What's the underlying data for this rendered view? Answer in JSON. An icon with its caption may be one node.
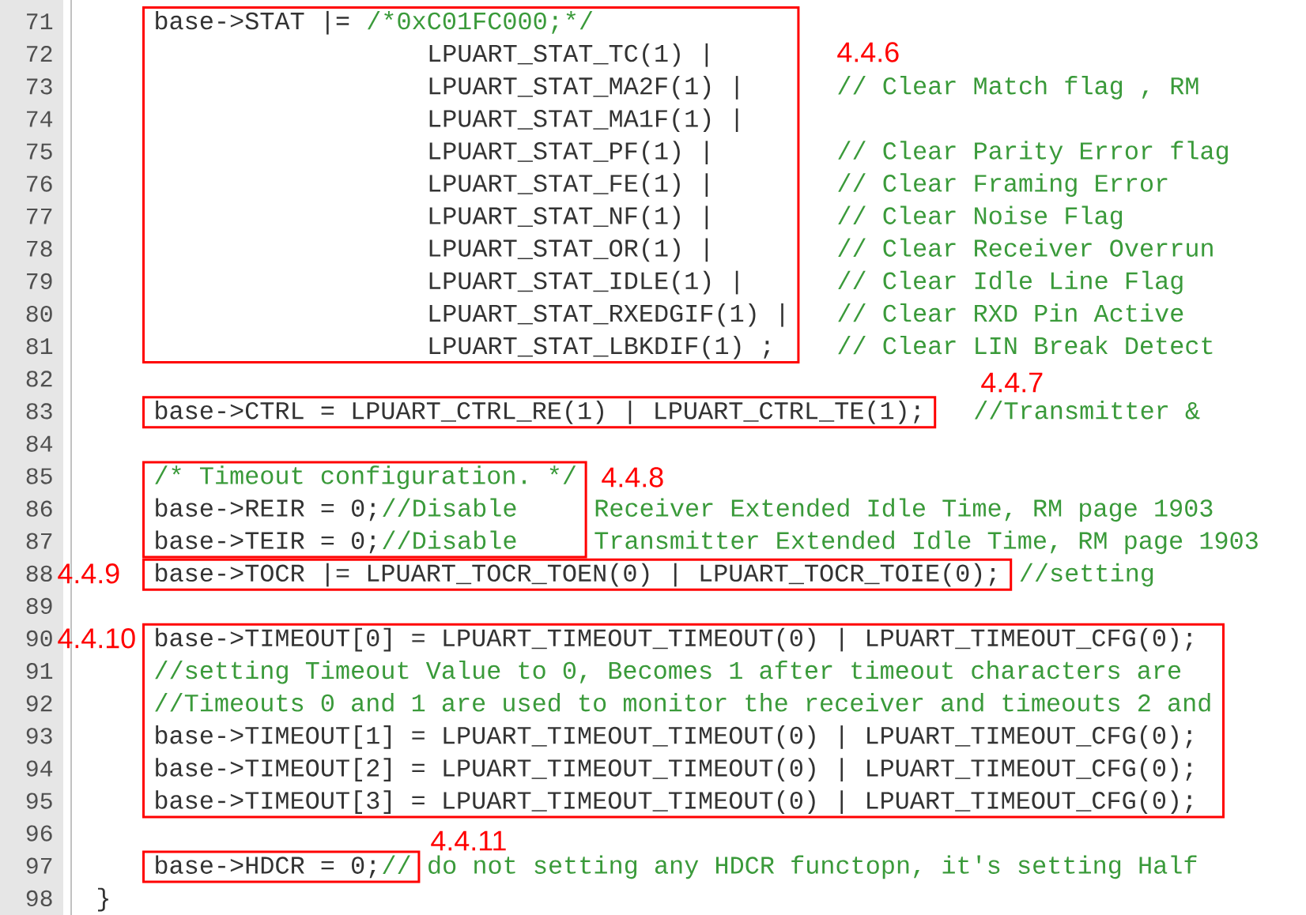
{
  "diagram": {
    "nodes": [
      {
        "text": [
          "base->STAT |=",
          "/*0xC01FC000;",
          "*/",
          "LPUART_STAT_TC(1) |",
          "LPUART_STAT_MA2F(1) |",
          "LPUART_STAT_MA1F(1) |",
          "LPUART_STAT_PF(1) |",
          "LPUART_STAT_FE(1) |",
          "LPUART_STAT_NF(1) |",
          "LPUART_STAT_OR(1) |",
          "LPUART_STAT_IDLE(1) |",
          "LPUART_STAT_RXEDGIF(1) |",
          "LPUART_STAT_LBKDIF(1) ;"
        ],
        "beside": [
          "4.4.6"
        ]
      },
      {
        "text": [
          "base->CTRL = LPUART_CTRL_RE(1) | LPUART_CTRL_TE(1);"
        ],
        "beside": [
          "4.4.7"
        ]
      },
      {
        "text": [
          "/* Timeout configuration. */",
          "base->REIR = 0;",
          "//Disable",
          "base->TEIR = 0;",
          "//Disable"
        ],
        "beside": [
          "4.4.8"
        ]
      },
      {
        "text": [
          "base->TOCR |= LPUART_TOCR_TOEN(0) | LPUART_TOCR_TOIE(0);"
        ],
        "beside": [
          "4.4.9"
        ]
      },
      {
        "text": [
          "base->TIMEOUT[0] = LPUART_TIMEOUT_TIMEOUT(0) | LPUART_TIMEOUT_CFG(0);",
          "//setting Timeout Value to 0, Becomes 1 after timeout characters are",
          "//Timeouts 0 and 1 are used to monitor the receiver and timeouts 2 and",
          "base->TIMEOUT[1] = LPUART_TIMEOUT_TIMEOUT(0) | LPUART_TIMEOUT_CFG(0);",
          "base->TIMEOUT[2] = LPUART_TIMEOUT_TIMEOUT(0) | LPUART_TIMEOUT_CFG(0);",
          "base->TIMEOUT[3] = LPUART_TIMEOUT_TIMEOUT(0) | LPUART_TIMEOUT_CFG(0);"
        ],
        "beside": [
          "4.4.10"
        ]
      },
      {
        "text": [
          "base->HDCR = 0;",
          "//"
        ],
        "beside": [
          "4.4.11"
        ]
      }
    ],
    "labels": [
      "71",
      "72",
      "73",
      "// Clear Match flag , RM",
      "74",
      "75",
      "// Clear Parity Error flag",
      "76",
      "// Clear Framing Error",
      "77",
      "// Clear Noise Flag",
      "78",
      "// Clear Receiver Overrun",
      "79",
      "// Clear Idle Line Flag",
      "80",
      "// Clear RXD Pin Active",
      "81",
      "// Clear LIN Break Detect",
      "82",
      "83",
      "//Transmitter &",
      "84",
      "85",
      "86",
      "Receiver Extended Idle Time, RM page 1903",
      "87",
      "Transmitter Extended Idle Time, RM page 1903",
      "88",
      "//setting",
      "89",
      "90",
      "91",
      "92",
      "93",
      "94",
      "95",
      "96",
      "97",
      "do not setting any HDCR functopn, it's setting Half",
      "98",
      "}"
    ]
  }
}
